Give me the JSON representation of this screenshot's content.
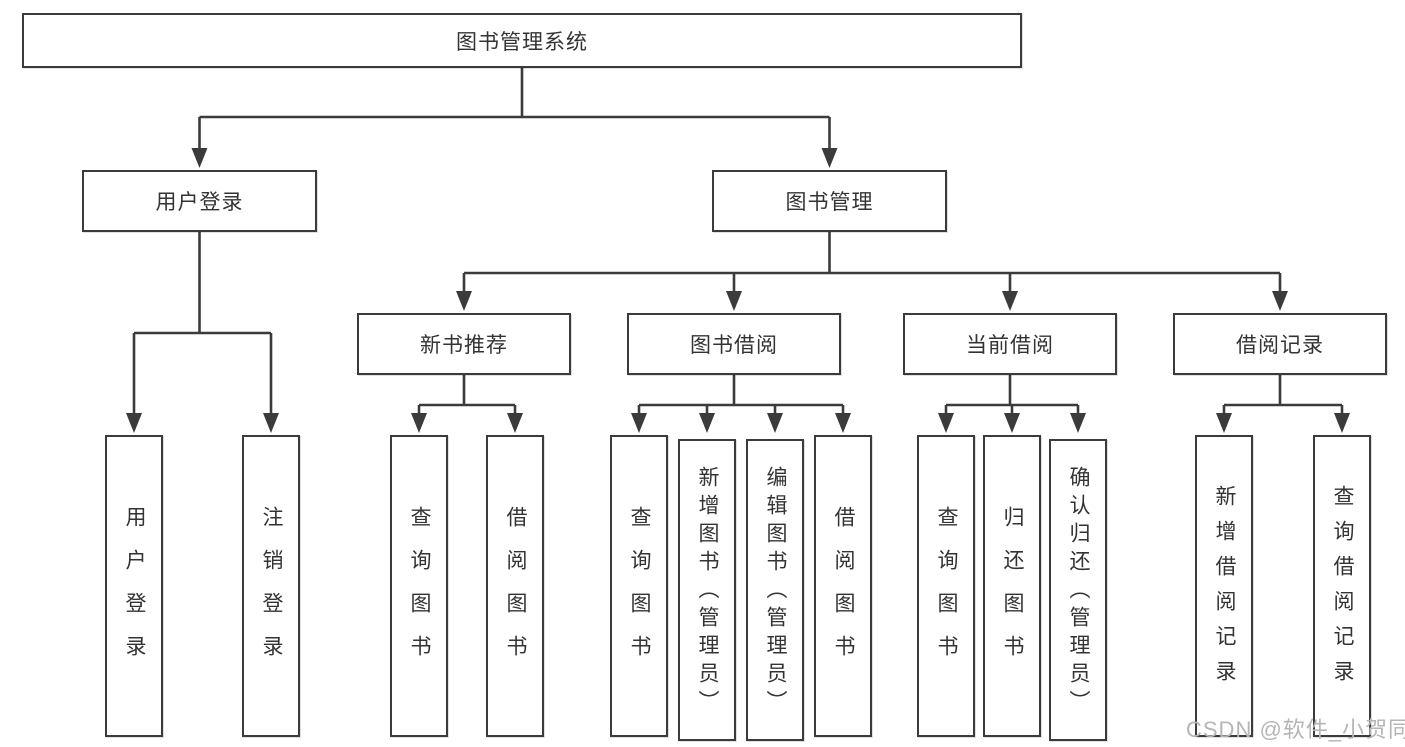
{
  "diagram": {
    "title": "图书管理系统",
    "branches": [
      {
        "label": "用户登录",
        "children": [
          {
            "label": "用户登录"
          },
          {
            "label": "注销登录"
          }
        ]
      },
      {
        "label": "图书管理",
        "children": [
          {
            "label": "新书推荐",
            "children": [
              {
                "label": "查询图书"
              },
              {
                "label": "借阅图书"
              }
            ]
          },
          {
            "label": "图书借阅",
            "children": [
              {
                "label": "查询图书"
              },
              {
                "label": "新增图书（管理员）"
              },
              {
                "label": "编辑图书（管理员）"
              },
              {
                "label": "借阅图书"
              }
            ]
          },
          {
            "label": "当前借阅",
            "children": [
              {
                "label": "查询图书"
              },
              {
                "label": "归还图书"
              },
              {
                "label": "确认归还（管理员）"
              }
            ]
          },
          {
            "label": "借阅记录",
            "children": [
              {
                "label": "新增借阅记录"
              },
              {
                "label": "查询借阅记录"
              }
            ]
          }
        ]
      }
    ]
  },
  "watermark": "CSDN @软件_小贺同学",
  "colors": {
    "line": "#3b3b3b",
    "text": "#333333",
    "background": "#ffffff",
    "watermark": "#b5b5b5"
  }
}
